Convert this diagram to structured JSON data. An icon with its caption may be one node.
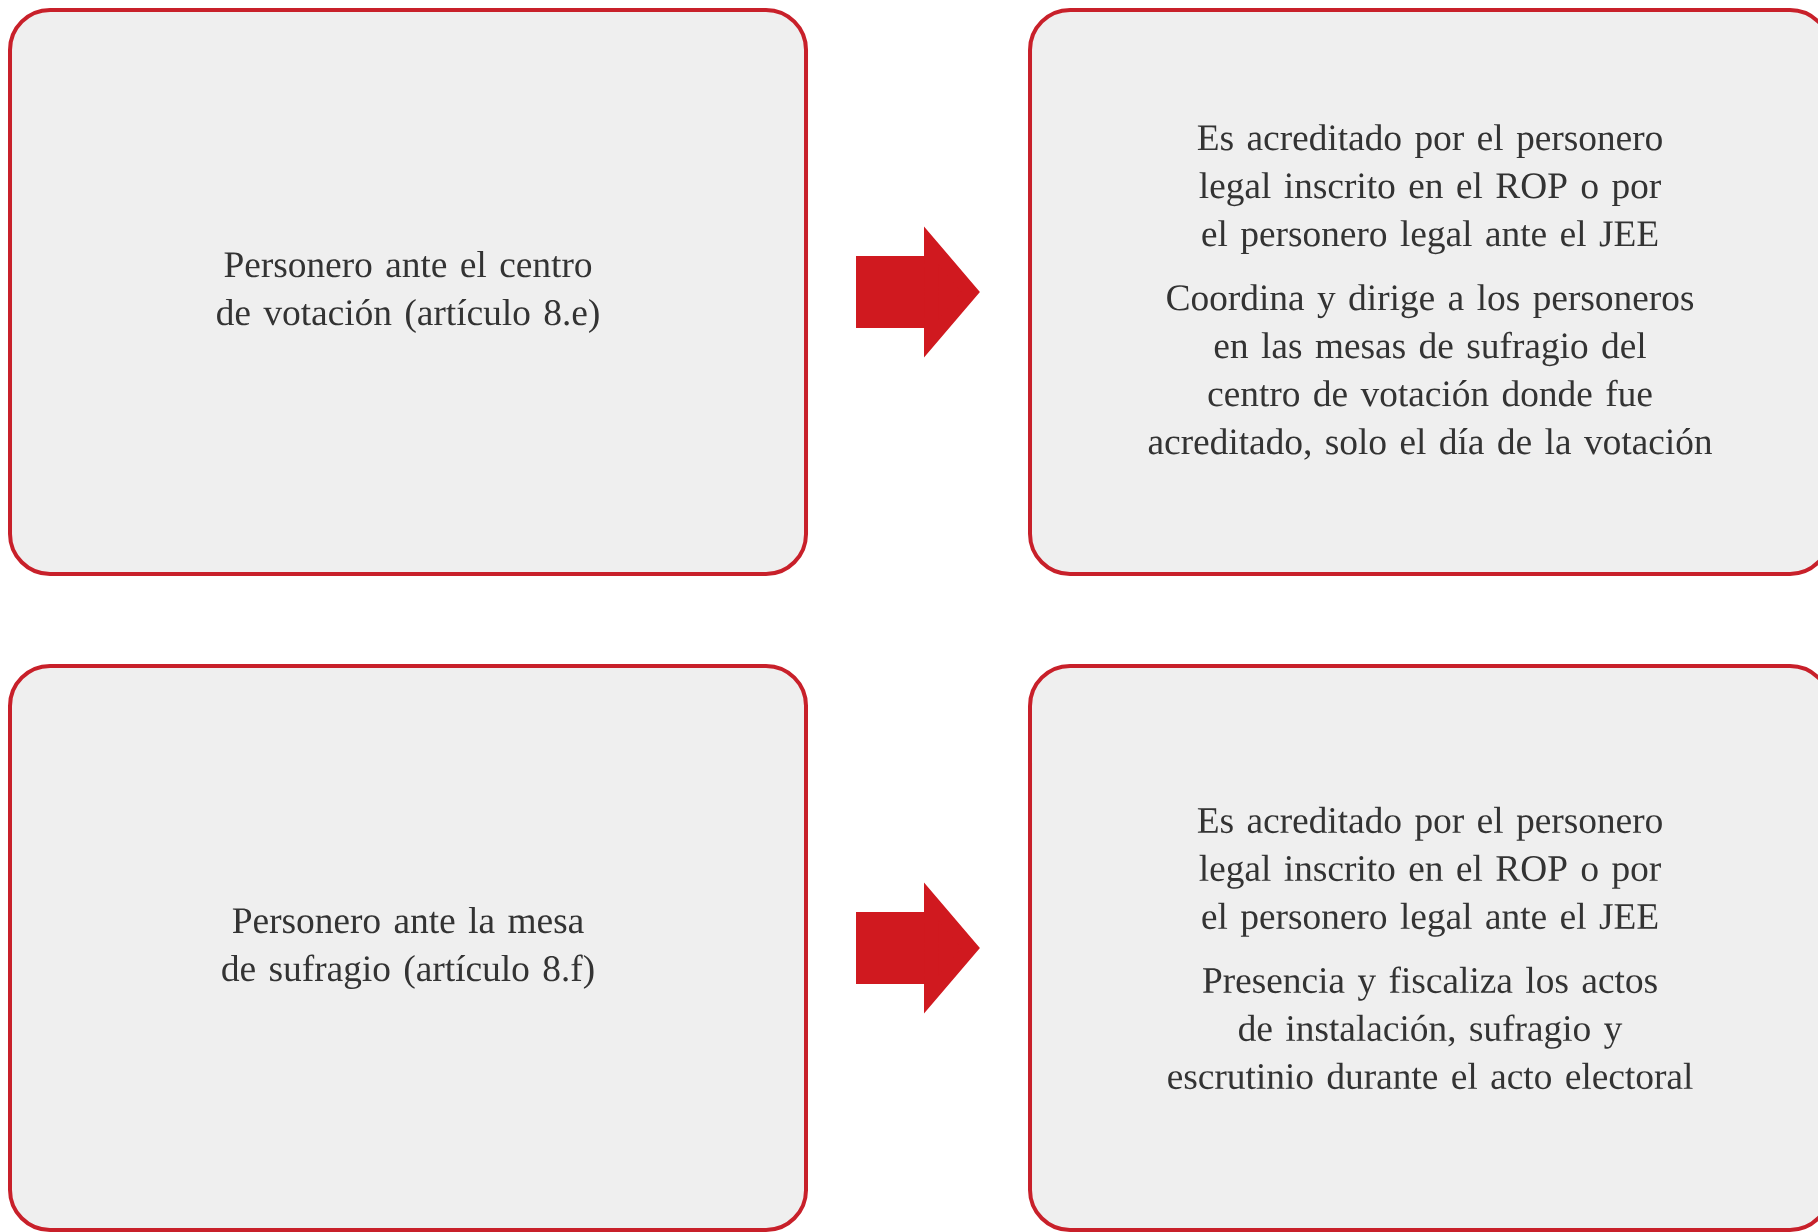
{
  "diagram": {
    "nodes": [
      {
        "text": [
          "Personero ante el centro de votación (artículo 8.e)"
        ]
      },
      {
        "text": [
          "Es acreditado por el personero legal inscrito en el ROP o por el personero legal ante el JEE",
          "Coordina y dirige a los personeros en las mesas de sufragio del centro de votación donde fue acreditado, solo el día de la votación"
        ]
      },
      {
        "text": [
          "Personero ante la mesa de sufragio (artículo 8.f)"
        ]
      },
      {
        "text": [
          "Es acreditado por el personero legal inscrito en el ROP o por el personero legal ante el JEE",
          "Presencia y fiscaliza los actos de instalación, sufragio y escrutinio durante el acto electoral"
        ]
      }
    ],
    "edges": [
      {
        "from": 0,
        "to": 1,
        "arrow": "to"
      },
      {
        "from": 2,
        "to": 3,
        "arrow": "to"
      }
    ]
  }
}
